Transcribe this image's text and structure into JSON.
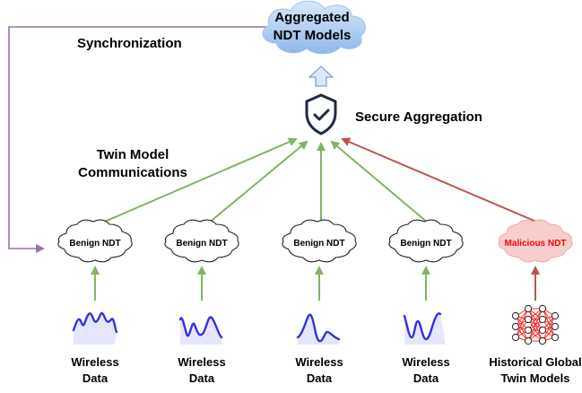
{
  "top_cloud": {
    "line1": "Aggregated",
    "line2": "NDT Models"
  },
  "labels": {
    "synchronization": "Synchronization",
    "secure_aggregation": "Secure Aggregation",
    "twin_line1": "Twin Model",
    "twin_line2": "Communications"
  },
  "nodes": [
    {
      "label": "Benign NDT",
      "malicious": false
    },
    {
      "label": "Benign NDT",
      "malicious": false
    },
    {
      "label": "Benign NDT",
      "malicious": false
    },
    {
      "label": "Benign NDT",
      "malicious": false
    },
    {
      "label": "Malicious NDT",
      "malicious": true
    }
  ],
  "sources": [
    {
      "line1": "Wireless",
      "line2": "Data"
    },
    {
      "line1": "Wireless",
      "line2": "Data"
    },
    {
      "line1": "Wireless",
      "line2": "Data"
    },
    {
      "line1": "Wireless",
      "line2": "Data"
    },
    {
      "line1": "Historical Global",
      "line2": "Twin Models"
    }
  ],
  "colors": {
    "benign_arrow": "#82b366",
    "malicious_arrow": "#b85450",
    "sync_line": "#9673a6",
    "cloud_fill": "#a9c8ef",
    "malicious_fill": "#f8cecc",
    "malicious_text": "#ff0000",
    "wave": "#3333dd",
    "wave_fill": "#e6e6ff",
    "shield": "#1f2a44"
  },
  "icons": [
    "cloud-icon",
    "shield-check-icon",
    "neural-network-icon",
    "waveform-icon"
  ]
}
